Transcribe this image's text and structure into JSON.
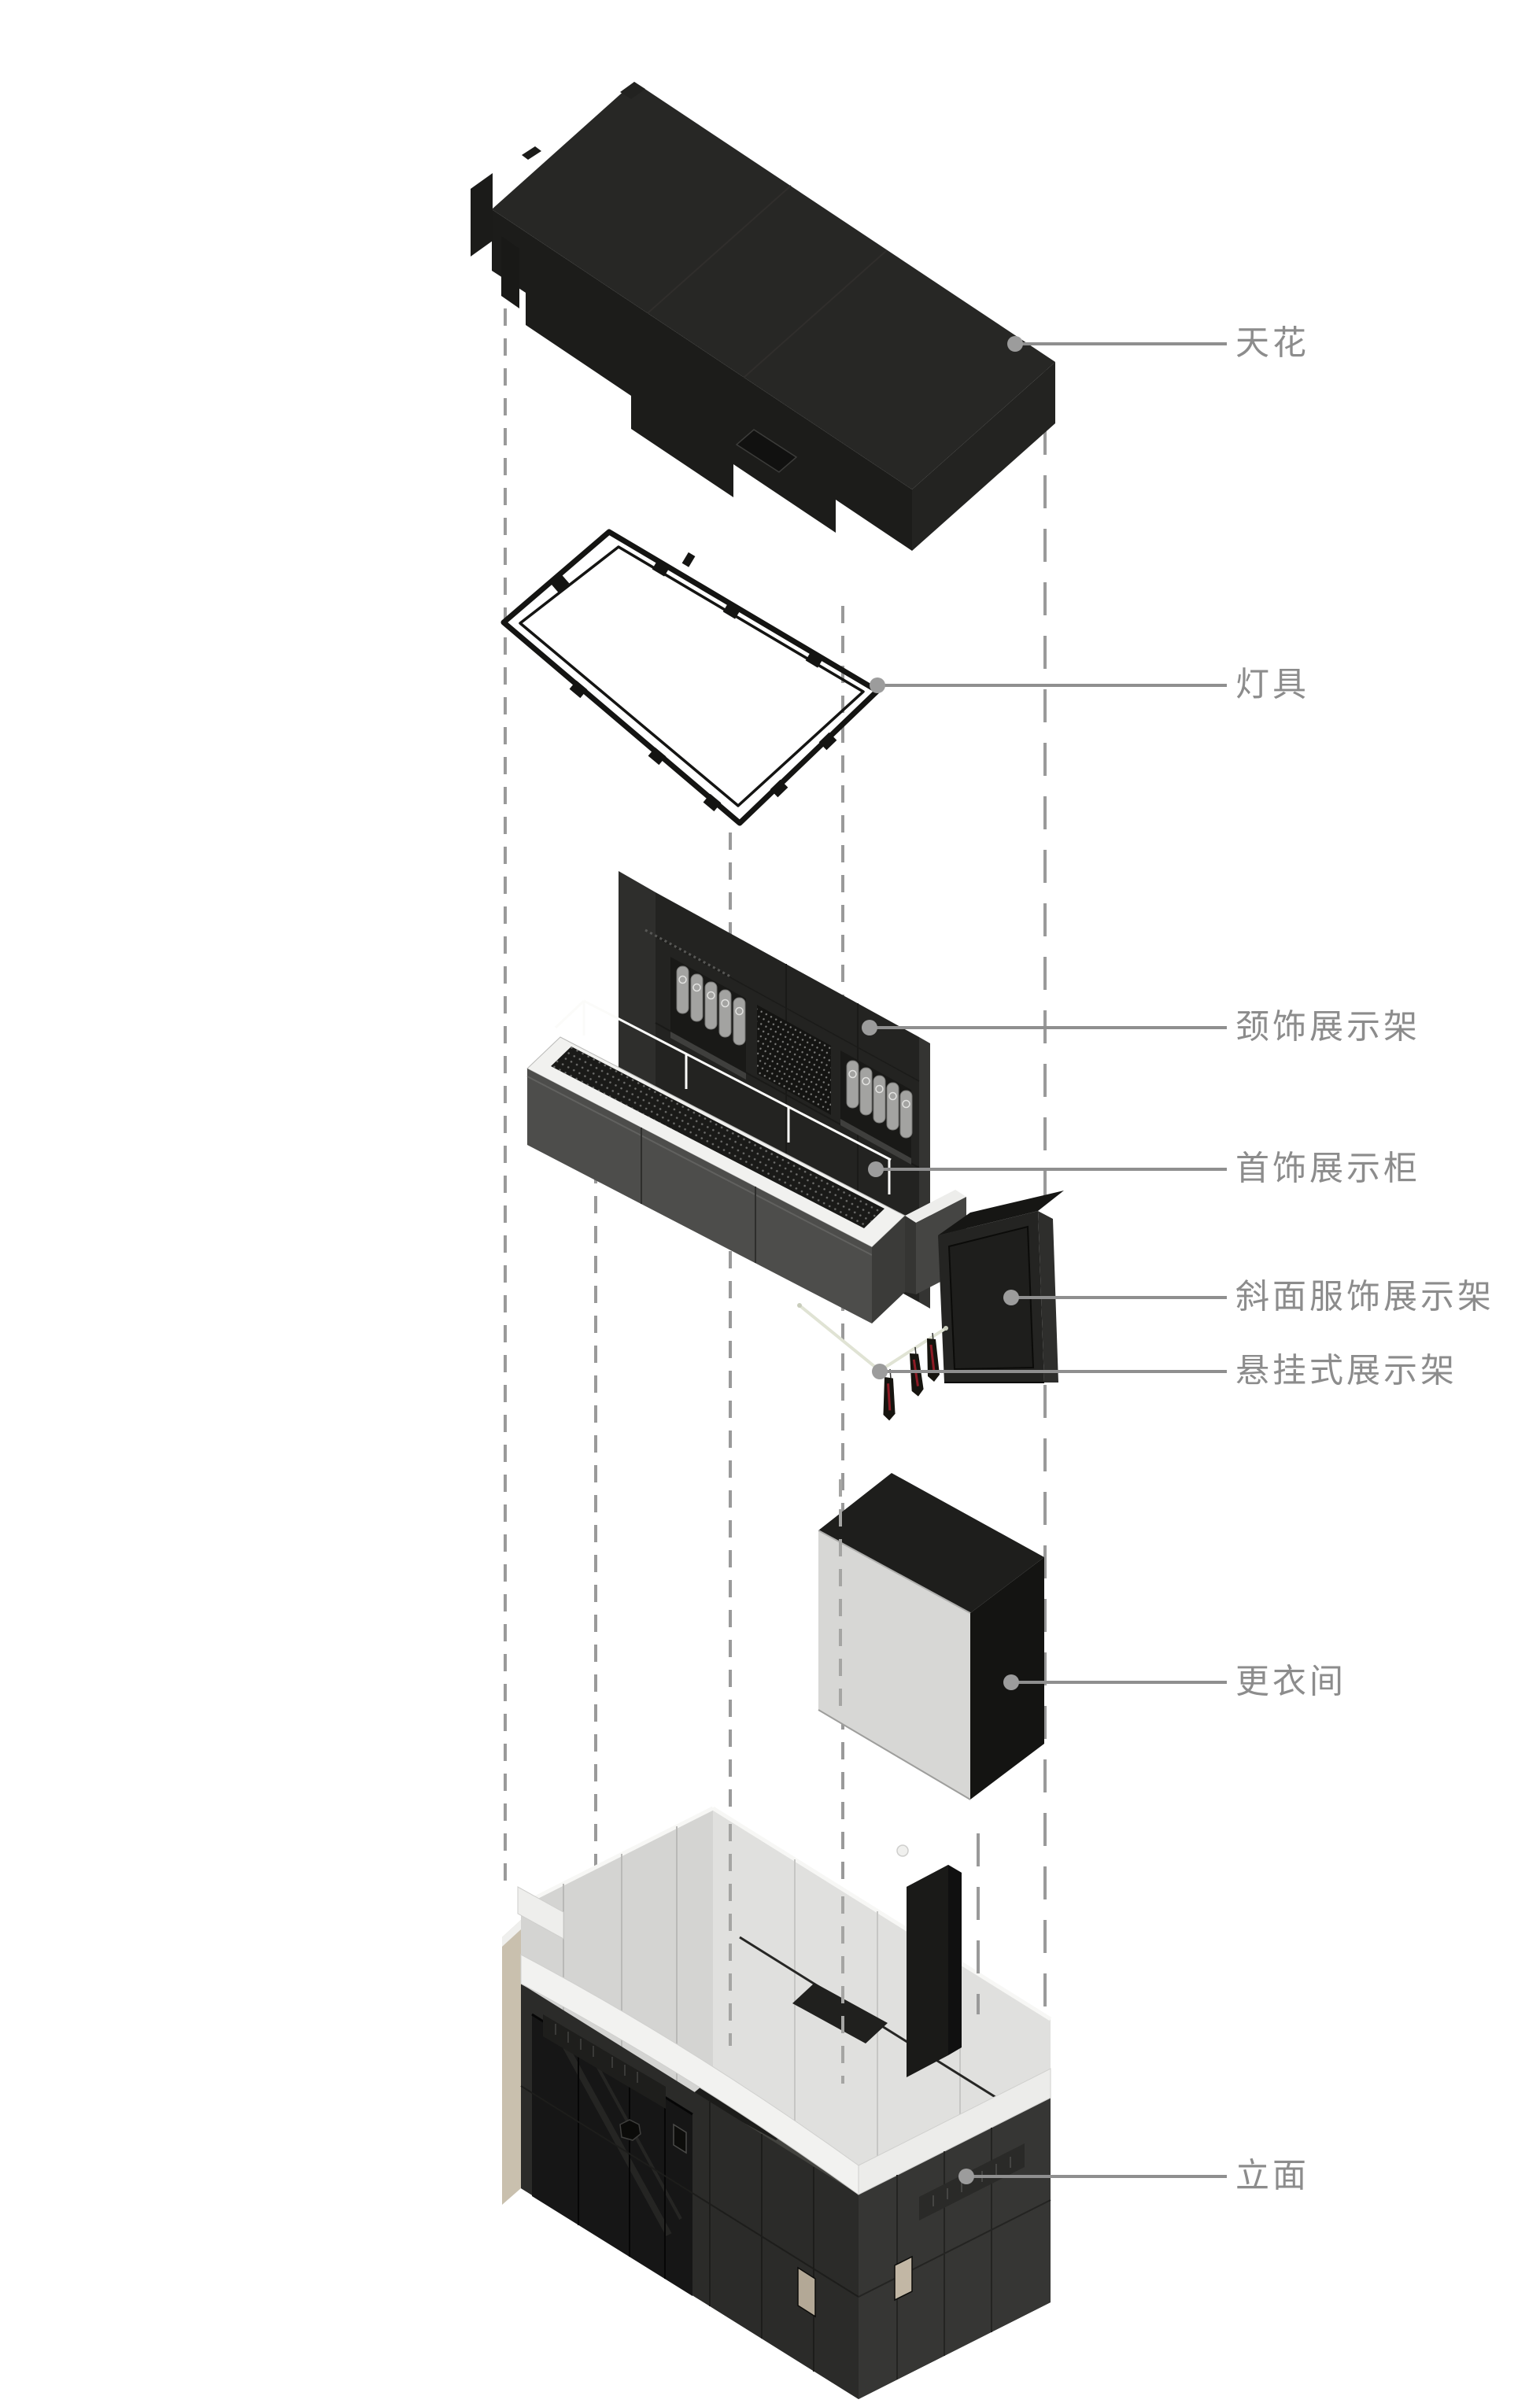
{
  "diagram": {
    "type": "exploded-axonometric-store-diagram",
    "background_color": "#ffffff",
    "label_color": "#8c8c8c",
    "leader_color": "#8f8f8f",
    "dash_color": "#9a9a9a",
    "object_dark_color": "#232321",
    "highlight_white_color": "#f2f2f0",
    "interior_light_color": "#d7d7d5",
    "beige_color": "#c9c0ae",
    "garment_accent_red": "#8d1b25",
    "labels": {
      "ceiling": "天花",
      "lighting": "灯具",
      "necklace_display_rack": "颈饰展示架",
      "jewelry_display_cabinet": "首饰展示柜",
      "slanted_apparel_display_rack": "斜面服饰展示架",
      "hanging_display_rack": "悬挂式展示架",
      "fitting_room": "更衣间",
      "elevation": "立面"
    },
    "layer_order_top_to_bottom": [
      "天花",
      "灯具",
      "颈饰展示架",
      "首饰展示柜",
      "斜面服饰展示架",
      "悬挂式展示架",
      "更衣间",
      "立面"
    ]
  }
}
